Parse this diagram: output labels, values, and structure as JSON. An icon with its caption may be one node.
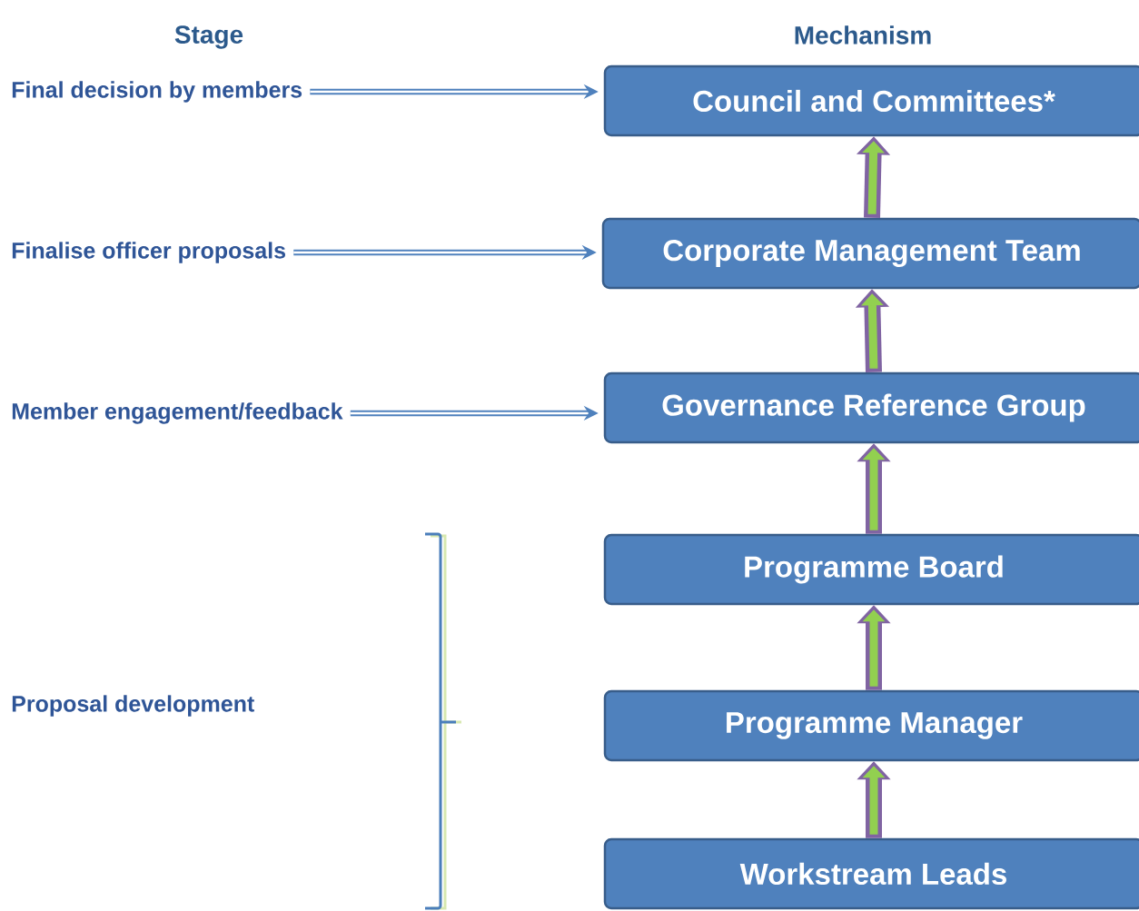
{
  "diagram": {
    "nodes": [
      {
        "text": [
          "Final decision by members"
        ]
      },
      {
        "text": [
          "Council and Committees*"
        ]
      },
      {
        "text": [
          "Finalise officer proposals"
        ]
      },
      {
        "text": [
          "Corporate Management Team"
        ]
      },
      {
        "text": [
          "Member engagement/feedback"
        ]
      },
      {
        "text": [
          "Governance Reference Group"
        ]
      },
      {
        "text": [
          "Programme Board"
        ]
      },
      {
        "text": [
          "Programme Manager"
        ]
      },
      {
        "text": [
          "Workstream Leads"
        ]
      }
    ],
    "edges": [
      {
        "from": 0,
        "to": 1,
        "arrow": "to"
      },
      {
        "from": 2,
        "to": 3,
        "arrow": "to"
      },
      {
        "from": 4,
        "to": 5,
        "arrow": "to"
      },
      {
        "from": 5,
        "to": 3,
        "arrow": "to",
        "color": "#8064a2"
      },
      {
        "from": 3,
        "to": 1,
        "arrow": "to",
        "color": "#8064a2"
      },
      {
        "from": 6,
        "to": 5,
        "arrow": "to",
        "color": "#8064a2"
      },
      {
        "from": 7,
        "to": 6,
        "arrow": "to",
        "color": "#8064a2"
      },
      {
        "from": 8,
        "to": 7,
        "arrow": "to",
        "color": "#8064a2"
      }
    ],
    "labels": [
      "Stage",
      "Mechanism",
      "Proposal development"
    ]
  }
}
